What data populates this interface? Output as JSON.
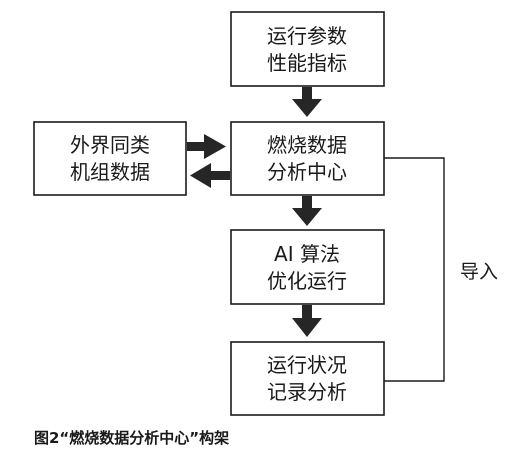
{
  "nodes": [
    {
      "id": "params",
      "lines": [
        "运行参数",
        "性能指标"
      ]
    },
    {
      "id": "external",
      "lines": [
        "外界同类",
        "机组数据"
      ]
    },
    {
      "id": "center",
      "lines": [
        "燃烧数据",
        "分析中心"
      ]
    },
    {
      "id": "ai",
      "lines": [
        "AI 算法",
        "优化运行"
      ]
    },
    {
      "id": "record",
      "lines": [
        "运行状况",
        "记录分析"
      ]
    }
  ],
  "edges": [
    {
      "from": "params",
      "to": "center"
    },
    {
      "from": "external",
      "to": "center"
    },
    {
      "from": "center",
      "to": "external"
    },
    {
      "from": "center",
      "to": "ai"
    },
    {
      "from": "ai",
      "to": "record"
    },
    {
      "from": "record",
      "to": "center",
      "label": "导入"
    }
  ],
  "labels": {
    "feedback": "导入"
  },
  "caption": "图2“燃烧数据分析中心”构架",
  "colors": {
    "stroke": "#1a1a1a",
    "arrow": "#262626",
    "background": "#ffffff"
  }
}
